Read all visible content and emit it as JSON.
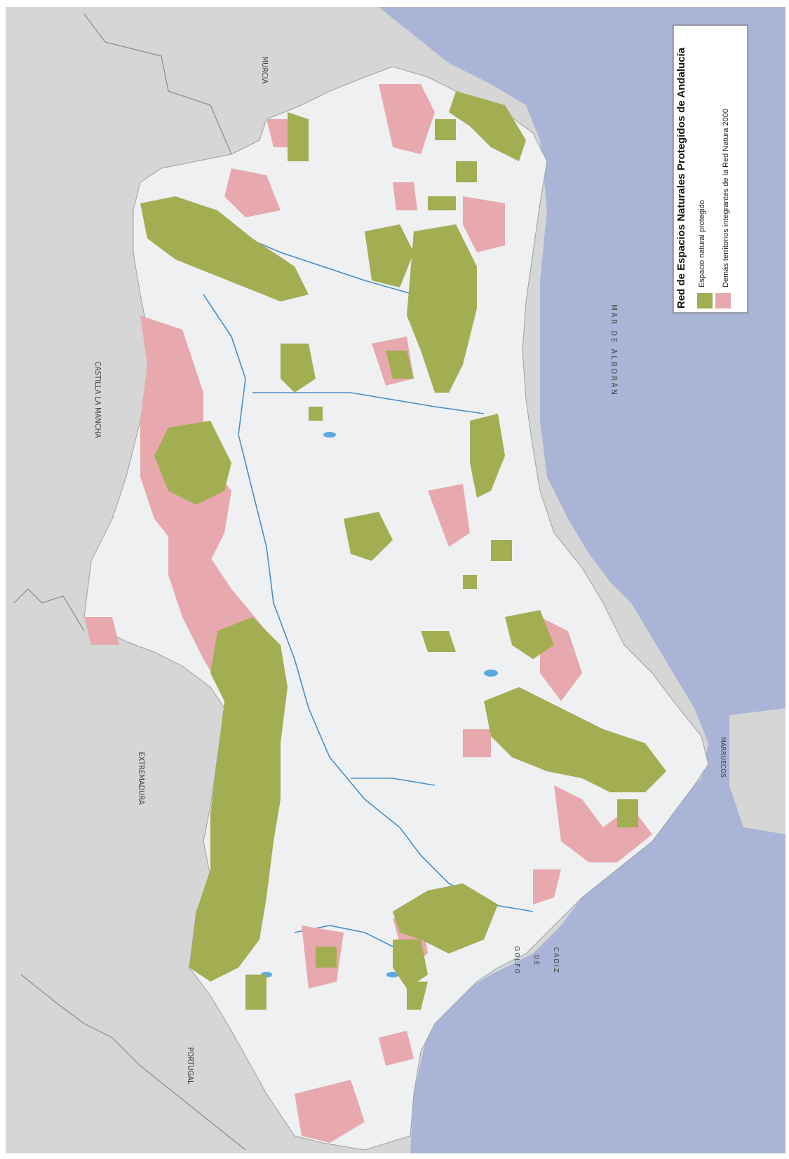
{
  "legend": {
    "title": "Red de Espacios Naturales Protegidos de Andalucía",
    "items": [
      {
        "label": "Espacio natural protegido",
        "color": "#a3ad52"
      },
      {
        "label": "Demás territorios integrantes de la Red Natura 2000",
        "color": "#e7a9ad"
      }
    ]
  },
  "regions": {
    "murcia": "MURCIA",
    "castilla": "CASTILLA LA MANCHA",
    "extremadura": "EXTREMADURA",
    "portugal": "PORTUGAL",
    "marruecos": "MARRUECOS"
  },
  "seas": {
    "alboran": "MAR DE ALBORÁN",
    "golfo_1": "GOLFO",
    "golfo_2": "DE",
    "golfo_3": "CÁDIZ"
  },
  "colors": {
    "sea": "#a9b4d6",
    "neighbor_land": "#d6d6d6",
    "andalucia": "#eef0f2",
    "protected": "#a3ad52",
    "natura2000": "#e7a9ad",
    "river": "#4a8ec7",
    "reservoir": "#5aa9e0"
  }
}
